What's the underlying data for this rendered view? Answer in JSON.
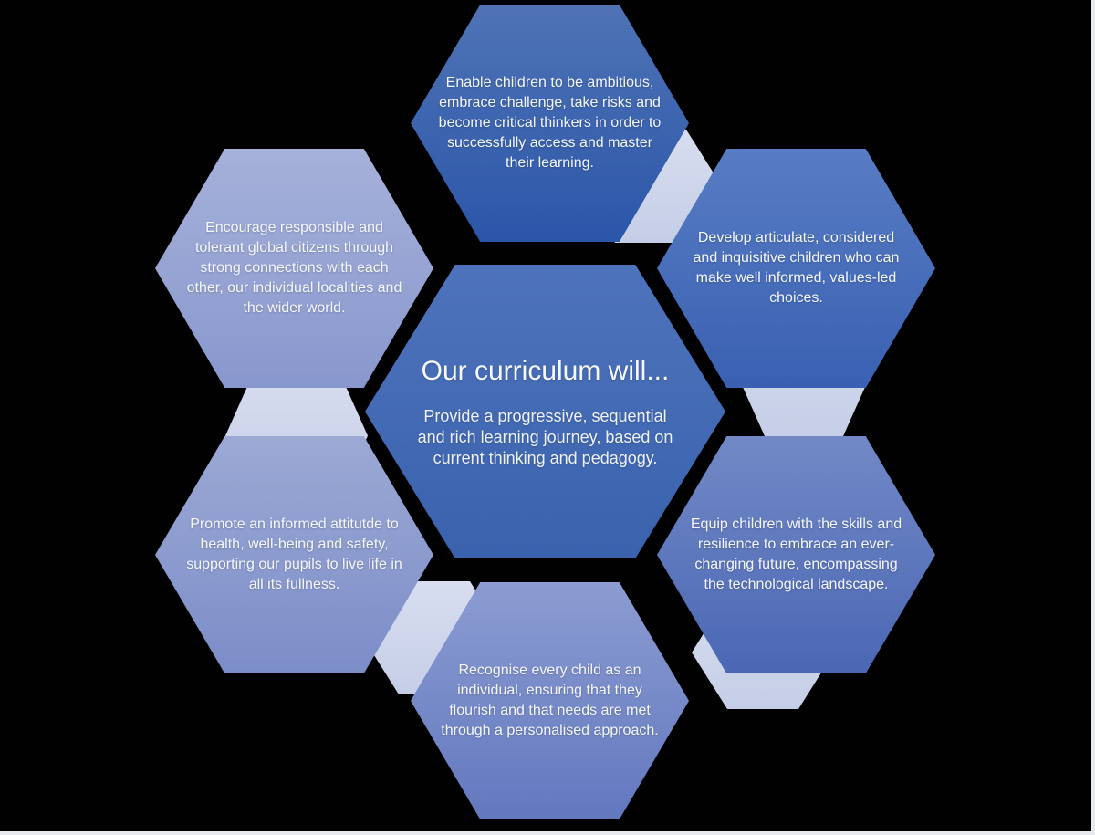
{
  "diagram": {
    "background_color": "#010101",
    "frame_line_color": "#e7e9ec",
    "text_color": "#f4f7fc",
    "connector_gradient": {
      "from": "#d8def0",
      "to": "#c5cee7"
    },
    "center": {
      "title": "Our curriculum will...",
      "body": "Provide a progressive, sequential and rich learning journey, based on current thinking and pedagogy.",
      "gradient": {
        "from": "#4e73bc",
        "to": "#3a62ad"
      }
    },
    "nodes": [
      {
        "position": "top",
        "text": "Enable children to be ambitious, embrace challenge, take risks and become critical thinkers in order to successfully access and master their learning.",
        "gradient": {
          "from": "#4f73b5",
          "to": "#2b56a9"
        }
      },
      {
        "position": "top-right",
        "text": "Develop articulate, considered and inquisitive children who can make well informed, values-led choices.",
        "gradient": {
          "from": "#587cc3",
          "to": "#3a60b2"
        }
      },
      {
        "position": "bottom-right",
        "text": "Equip children with the skills and resilience to embrace an ever-changing future, encompassing the technological landscape.",
        "gradient": {
          "from": "#7289c6",
          "to": "#4b67b4"
        }
      },
      {
        "position": "bottom",
        "text": "Recognise every child as an individual, ensuring that they flourish and that needs are met through a personalised approach.",
        "gradient": {
          "from": "#8c9cd2",
          "to": "#6278bf"
        }
      },
      {
        "position": "bottom-left",
        "text": "Promote an informed attitutde to health, well-being and safety, supporting our pupils to live life in all its fullness.",
        "gradient": {
          "from": "#9ca9d5",
          "to": "#7c8dc8"
        }
      },
      {
        "position": "top-left",
        "text": "Encourage responsible and tolerant global citizens through strong connections with each other, our individual localities and the wider world.",
        "gradient": {
          "from": "#a6b1da",
          "to": "#8897cd"
        }
      }
    ]
  }
}
